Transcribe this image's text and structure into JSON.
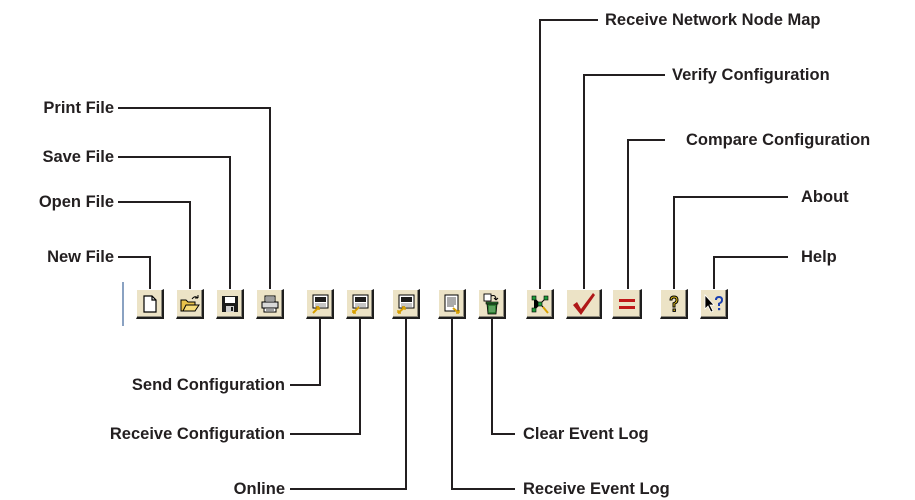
{
  "labels": {
    "new_file": "New File",
    "open_file": "Open File",
    "save_file": "Save File",
    "print_file": "Print File",
    "send_configuration": "Send Configuration",
    "receive_configuration": "Receive Configuration",
    "online": "Online",
    "receive_event_log": "Receive Event Log",
    "clear_event_log": "Clear Event Log",
    "receive_network_node_map": "Receive Network Node Map",
    "verify_configuration": "Verify Configuration",
    "compare_configuration": "Compare Configuration",
    "about": "About",
    "help": "Help"
  },
  "toolbar": {
    "icons": [
      "new-file-icon",
      "open-file-icon",
      "save-file-icon",
      "print-file-icon",
      "send-configuration-icon",
      "receive-configuration-icon",
      "online-icon",
      "receive-event-log-icon",
      "clear-event-log-icon",
      "network-node-map-icon",
      "verify-checkmark-icon",
      "compare-equals-icon",
      "about-question-icon",
      "help-pointer-icon"
    ]
  },
  "colors": {
    "button_face": "#ece3c6",
    "leader_line": "#231f20",
    "verify_check": "#b01818",
    "compare_equals": "#c01818",
    "network_green": "#1f9a3a",
    "trash_green": "#2e7d32"
  }
}
